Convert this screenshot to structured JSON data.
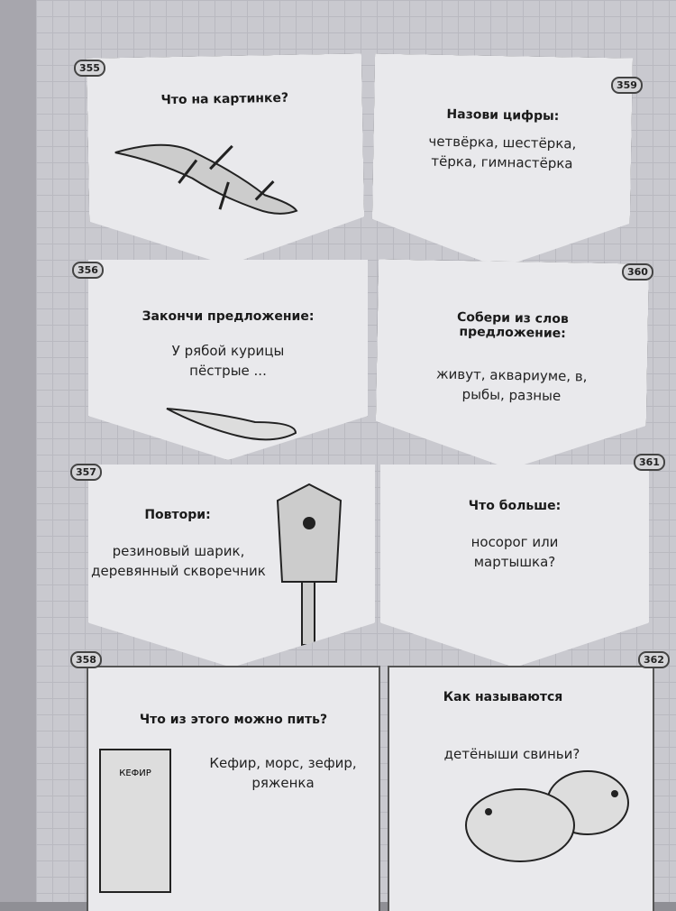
{
  "cards": [
    {
      "num": "355",
      "title": "Что на картинке?",
      "body": "",
      "icon": "lizard-icon"
    },
    {
      "num": "359",
      "title": "Назови цифры:",
      "body": "четвёрка, шестёрка, тёрка, гимнастёрка"
    },
    {
      "num": "356",
      "title": "Закончи предложение:",
      "body": "У рябой курицы пёстрые ...",
      "icon": "feather-icon"
    },
    {
      "num": "360",
      "title": "Собери из слов предложение:",
      "body": "живут, аквариуме, в, рыбы, разные"
    },
    {
      "num": "357",
      "title": "Повтори:",
      "body": "резиновый шарик, деревянный скворечник",
      "icon": "birdhouse-icon"
    },
    {
      "num": "361",
      "title": "Что больше:",
      "body": "носорог или мартышка?"
    },
    {
      "num": "358",
      "title": "Что из этого можно пить?",
      "body": "Кефир, морс, зефир, ряженка",
      "icon": "kefir-carton-icon",
      "carton_label": "КЕФИР"
    },
    {
      "num": "362",
      "title": "Как называются",
      "body": "детёныши свиньи?",
      "icon": "pigs-icon"
    }
  ]
}
